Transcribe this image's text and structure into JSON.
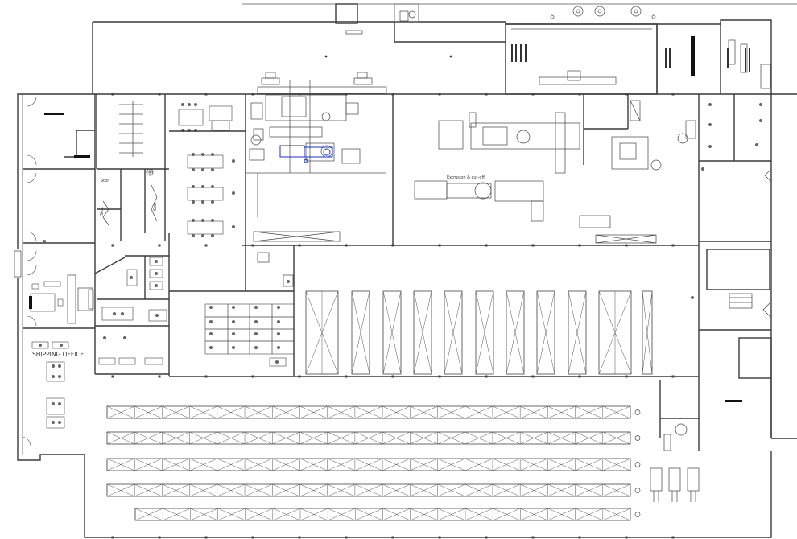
{
  "labels": {
    "shipping_office": "SHIPPING OFFICE",
    "extrusion_line": "Extrusion & cut-off",
    "storage": "Stor.",
    "storage_2": "Stor.",
    "storage_3": "Stor."
  },
  "colors": {
    "lines": "#3a3a3a",
    "highlight": "#1a2fd6",
    "background": "#ffffff"
  },
  "counts": {
    "pallet_rack_columns": 11,
    "bottom_rack_rows": 5
  }
}
